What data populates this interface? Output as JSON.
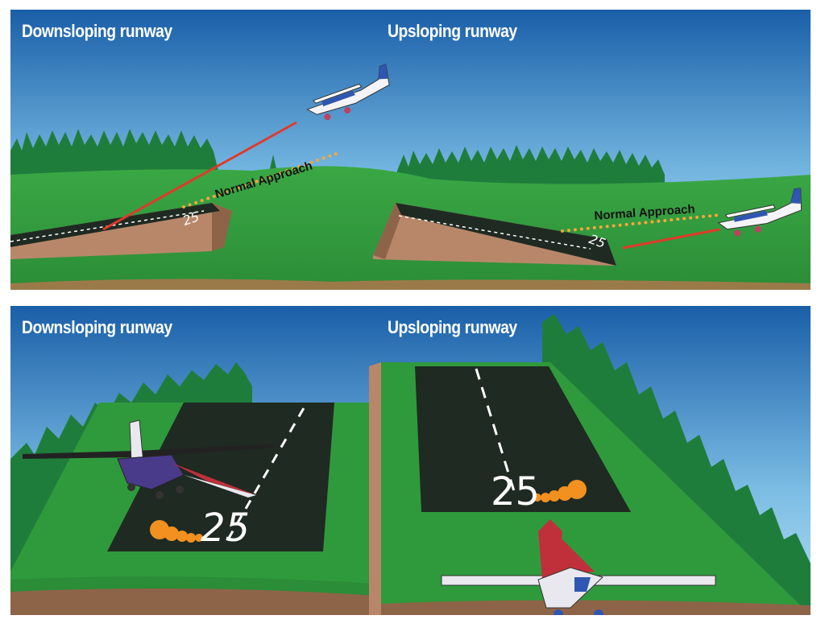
{
  "top_panel": {
    "left_heading": "Downsloping runway",
    "right_heading": "Upsloping runway",
    "left_approach_label": "Normal Approach",
    "right_approach_label": "Normal Approach",
    "left_runway_number": "25",
    "right_runway_number": "25"
  },
  "bottom_panel": {
    "left_heading": "Downsloping runway",
    "right_heading": "Upsloping runway",
    "left_runway_number": "25",
    "right_runway_number": "25"
  },
  "colors": {
    "sky_top": "#1f6bb3",
    "sky_bottom": "#a9d8f0",
    "grass": "#2f9a3c",
    "runway": "#1f2a22",
    "earth": "#b8876a",
    "approach_dots": "#f2a93b",
    "sight_line": "#e03a2a",
    "trees": "#1d7a3a"
  }
}
